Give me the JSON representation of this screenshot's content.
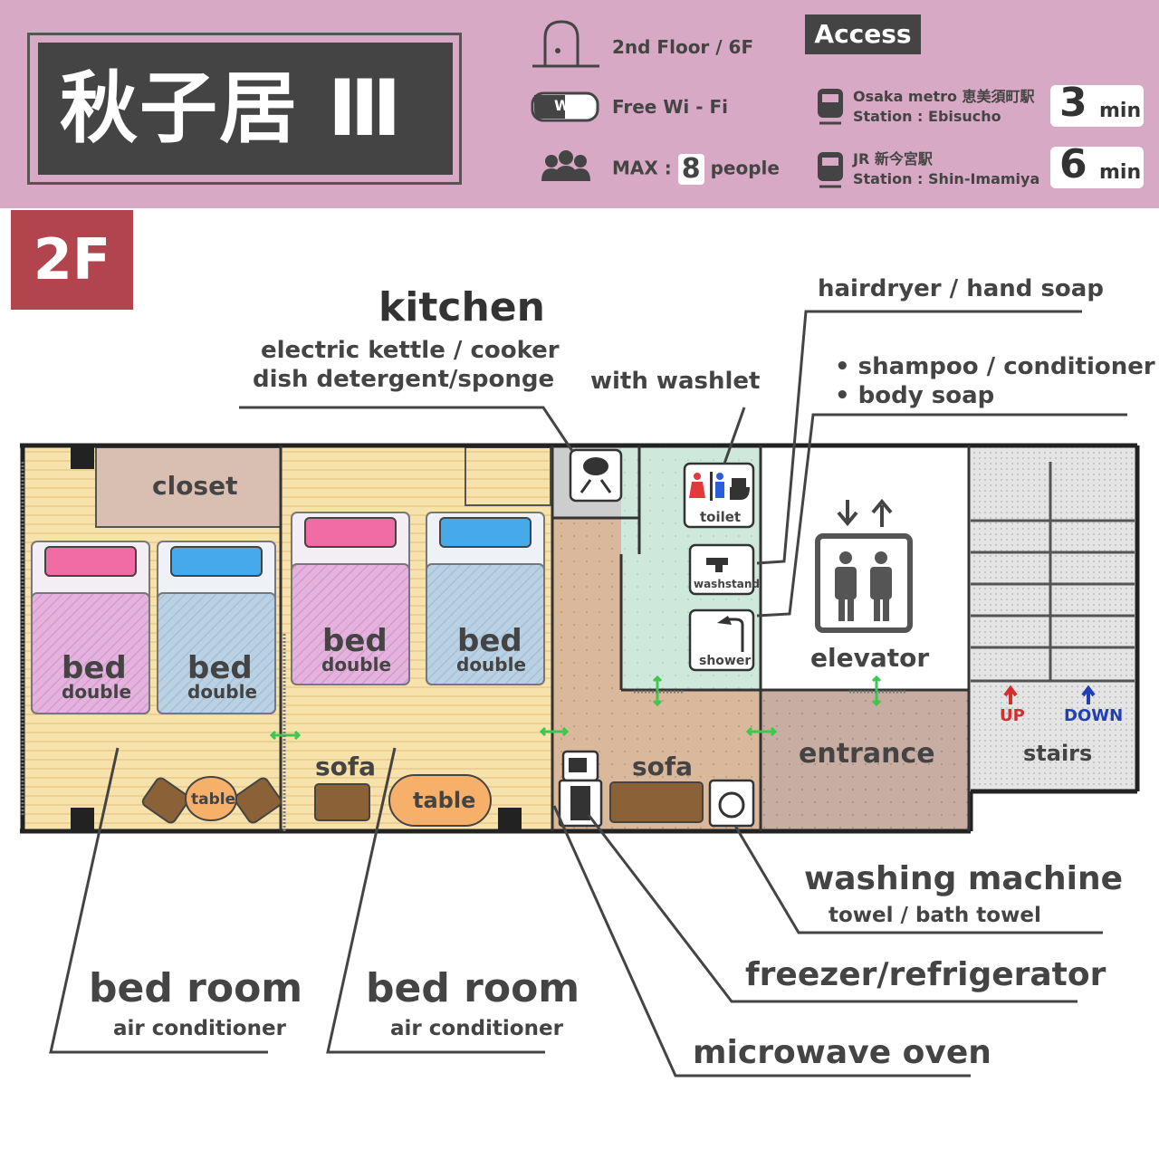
{
  "header": {
    "title": "秋子居 Ⅲ",
    "floor_info": "2nd Floor / 6F",
    "wifi_badge": "WiFi",
    "wifi": "Free Wi - Fi",
    "max_prefix": "MAX :",
    "max_number": "8",
    "max_suffix": "people",
    "access_label": "Access",
    "stations": [
      {
        "line1": "Osaka metro 恵美須町駅",
        "line2": "Station : Ebisucho",
        "minutes": "3",
        "unit": "min"
      },
      {
        "line1": "JR 新今宮駅",
        "line2": "Station : Shin-Imamiya",
        "minutes": "6",
        "unit": "min"
      }
    ]
  },
  "floor_badge": "2F",
  "rooms": {
    "closet": "closet",
    "bed_label": "bed",
    "bed_type": "double",
    "sofa": "sofa",
    "table": "table",
    "toilet": "toilet",
    "washstand": "washstand",
    "shower": "shower",
    "elevator": "elevator",
    "entrance": "entrance",
    "up": "UP",
    "down": "DOWN",
    "stairs": "stairs"
  },
  "callouts": {
    "kitchen_title": "kitchen",
    "kitchen_line1": "electric kettle / cooker",
    "kitchen_line2": "dish detergent/sponge",
    "washlet": "with washlet",
    "hairdryer": "hairdryer / hand soap",
    "shampoo": "• shampoo / conditioner",
    "body_soap": "• body soap",
    "washing_title": "washing machine",
    "washing_sub": "towel / bath towel",
    "fridge": "freezer/refrigerator",
    "microwave": "microwave oven",
    "bedroom_title": "bed room",
    "bedroom_sub": "air conditioner"
  },
  "colors": {
    "header_bg": "#d7a9c4",
    "badge_red": "#b2444d",
    "bedroom_floor": "#f8e2ab",
    "kitchen_floor": "#d9b89b",
    "bath_floor": "#cfe8dc",
    "entrance_floor": "#c8ada2",
    "pillow_pink": "#f16ba4",
    "pillow_blue": "#45a9ea",
    "table_orange": "#f6b06a",
    "sofa_brown": "#8b6238"
  }
}
